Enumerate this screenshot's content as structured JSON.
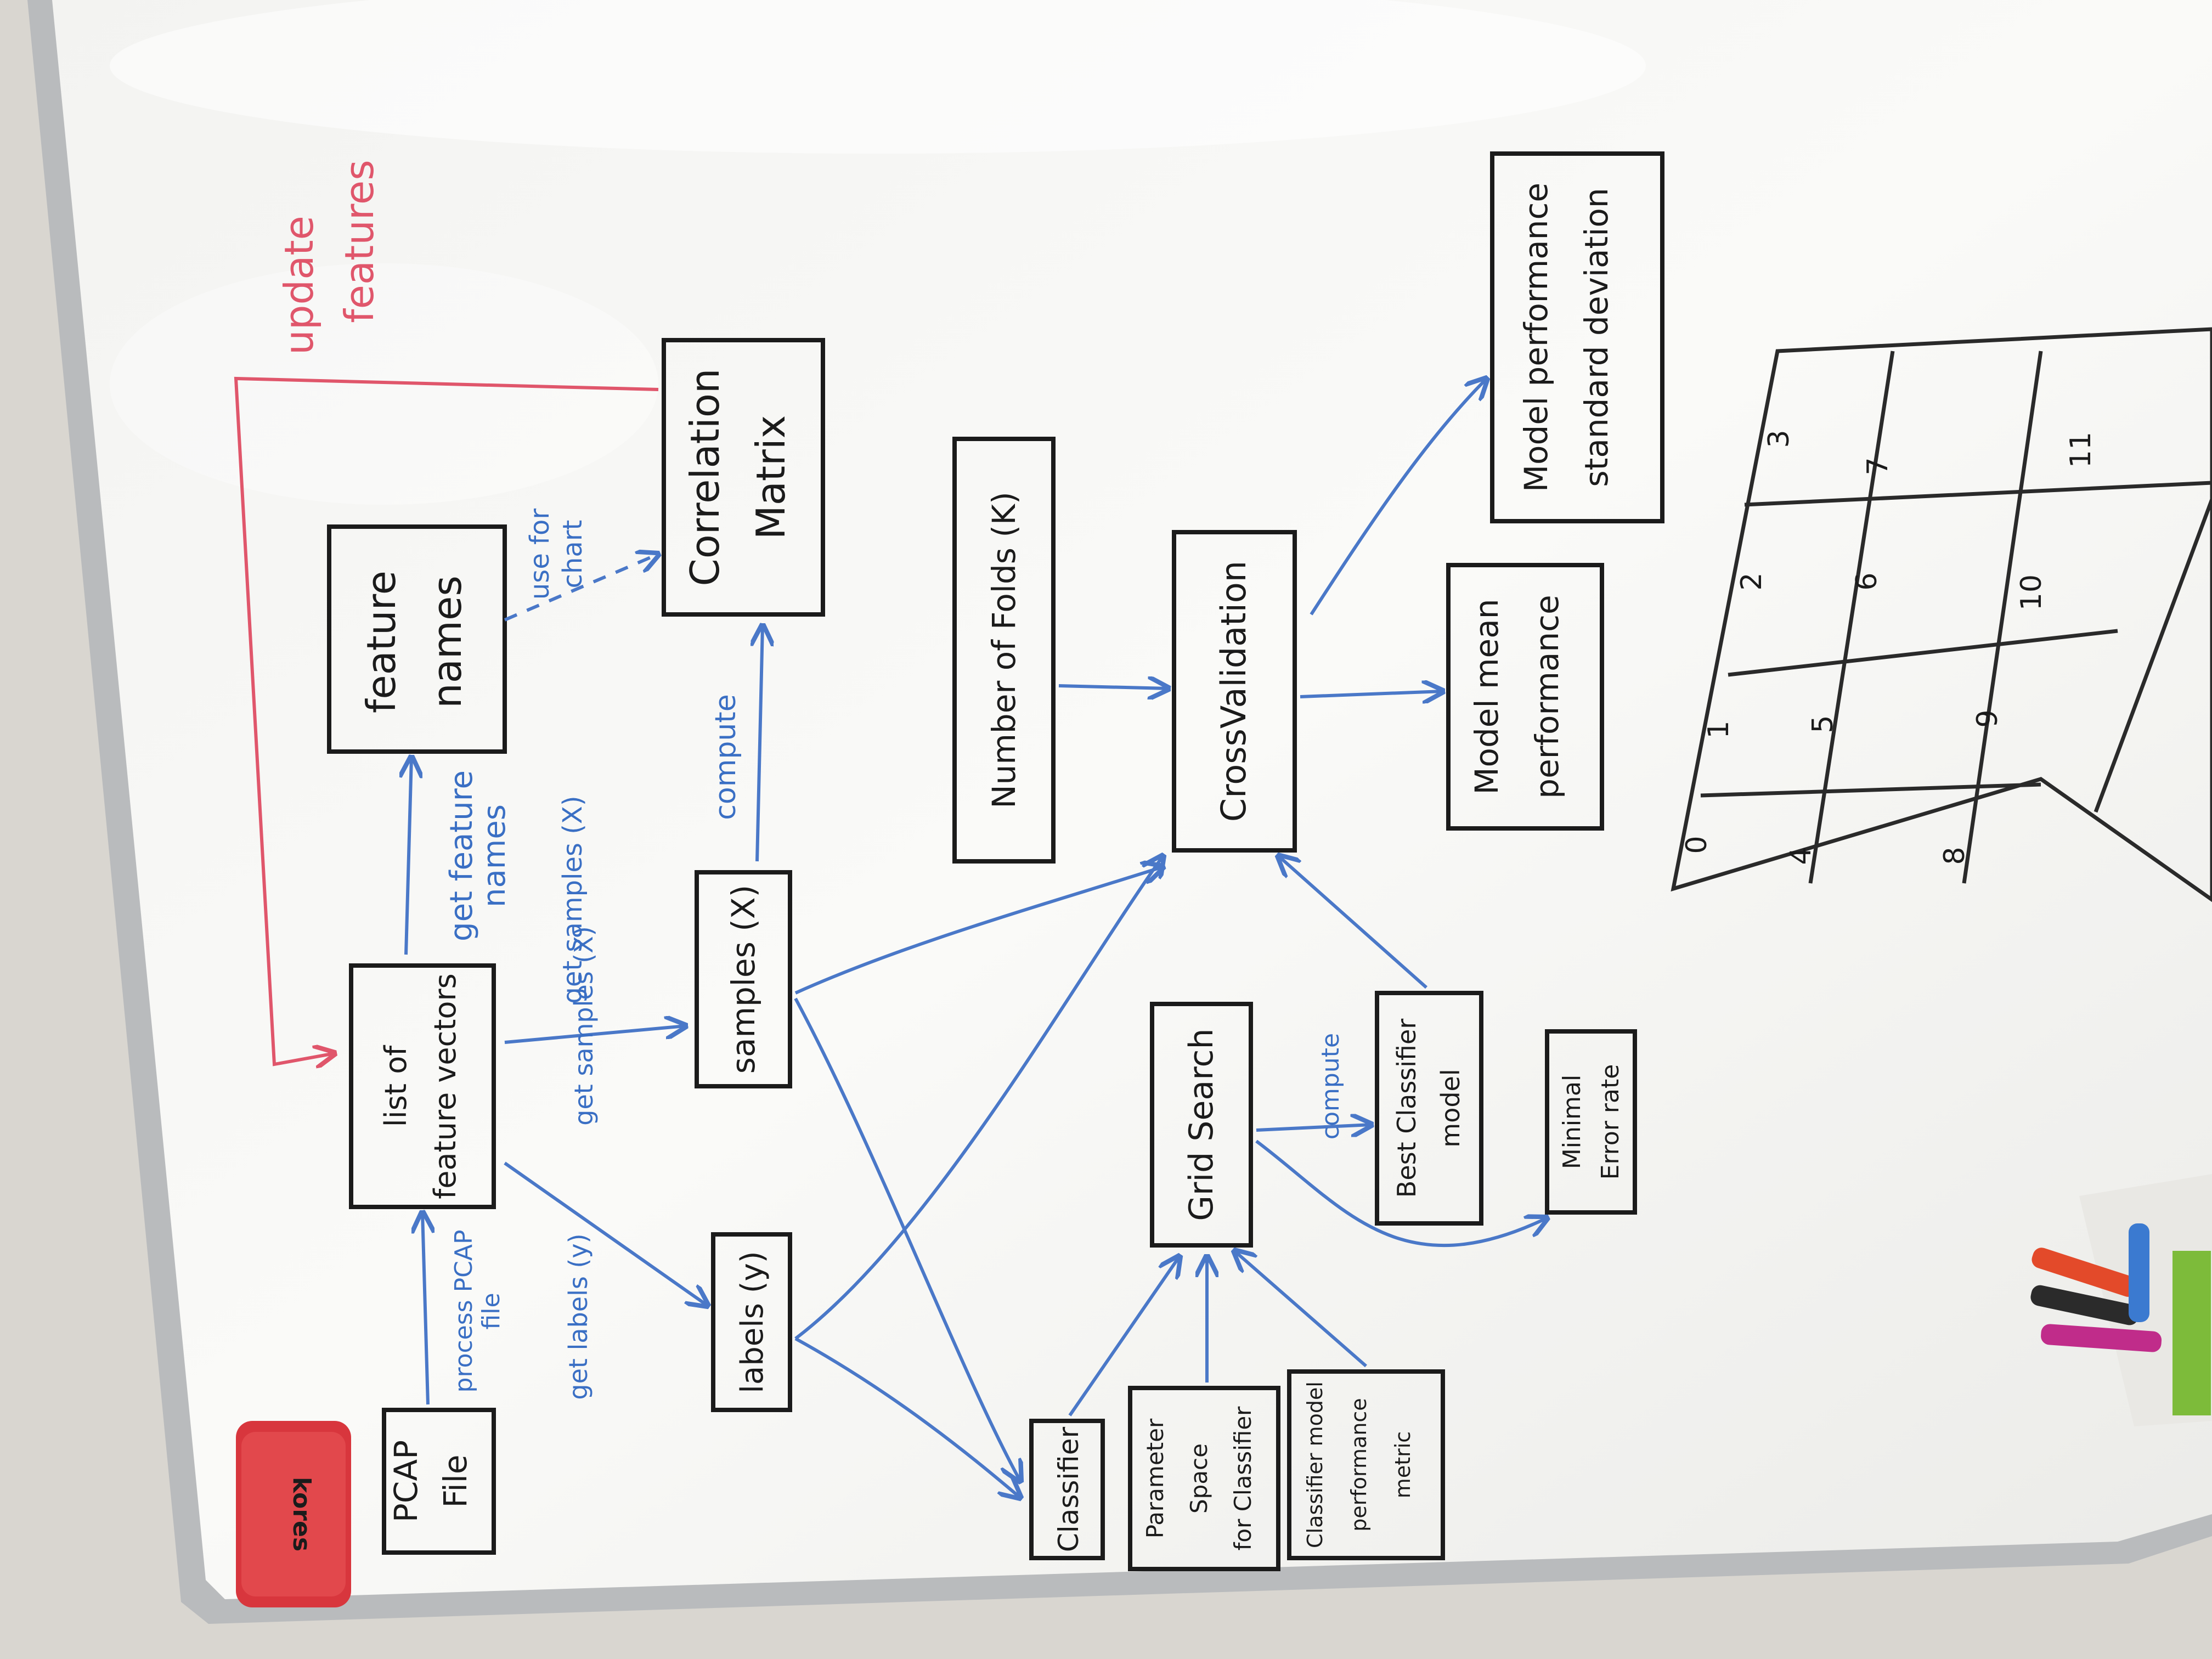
{
  "eraser": {
    "brand": "kores"
  },
  "boxes": {
    "pcap": [
      "PCAP",
      "File"
    ],
    "feature_vectors": [
      "list of",
      "feature vectors"
    ],
    "feature_names": [
      "feature",
      "names"
    ],
    "correlation": [
      "Correlation",
      "Matrix"
    ],
    "samples": "samples (X)",
    "labels": "labels (y)",
    "classifier": "Classifier",
    "param_space": [
      "Parameter",
      "Space",
      "for Classifier"
    ],
    "metric": [
      "Classifier model",
      "performance",
      "metric"
    ],
    "grid_search": "Grid Search",
    "best_model": [
      "Best Classifier",
      "model"
    ],
    "min_error": [
      "Minimal",
      "Error rate"
    ],
    "folds": "Number of Folds (K)",
    "cross_validation": "CrossValidation",
    "mean_perf": [
      "Model mean",
      "performance"
    ],
    "std_perf": [
      "Model performance",
      "standard deviation"
    ]
  },
  "arrow_labels": {
    "process": [
      "process PCAP",
      "file"
    ],
    "get_feature_names": [
      "get feature",
      "names"
    ],
    "get_samples_top": "get samples (X)",
    "get_samples": "get samples (X)",
    "get_labels": "get labels (y)",
    "compute_corr": "compute",
    "use_for_chart": [
      "use for",
      "chart"
    ],
    "compute_best": "compute"
  },
  "feedback": {
    "label": [
      "update",
      "features"
    ]
  },
  "grid": {
    "cells": [
      "0",
      "1",
      "2",
      "3",
      "4",
      "5",
      "6",
      "7",
      "8",
      "9",
      "10",
      "11"
    ]
  },
  "colors": {
    "marker_blue": "#4a78c8",
    "marker_red": "#e0566b",
    "marker_black": "#1b1b1b",
    "eraser_red": "#d8363d"
  }
}
